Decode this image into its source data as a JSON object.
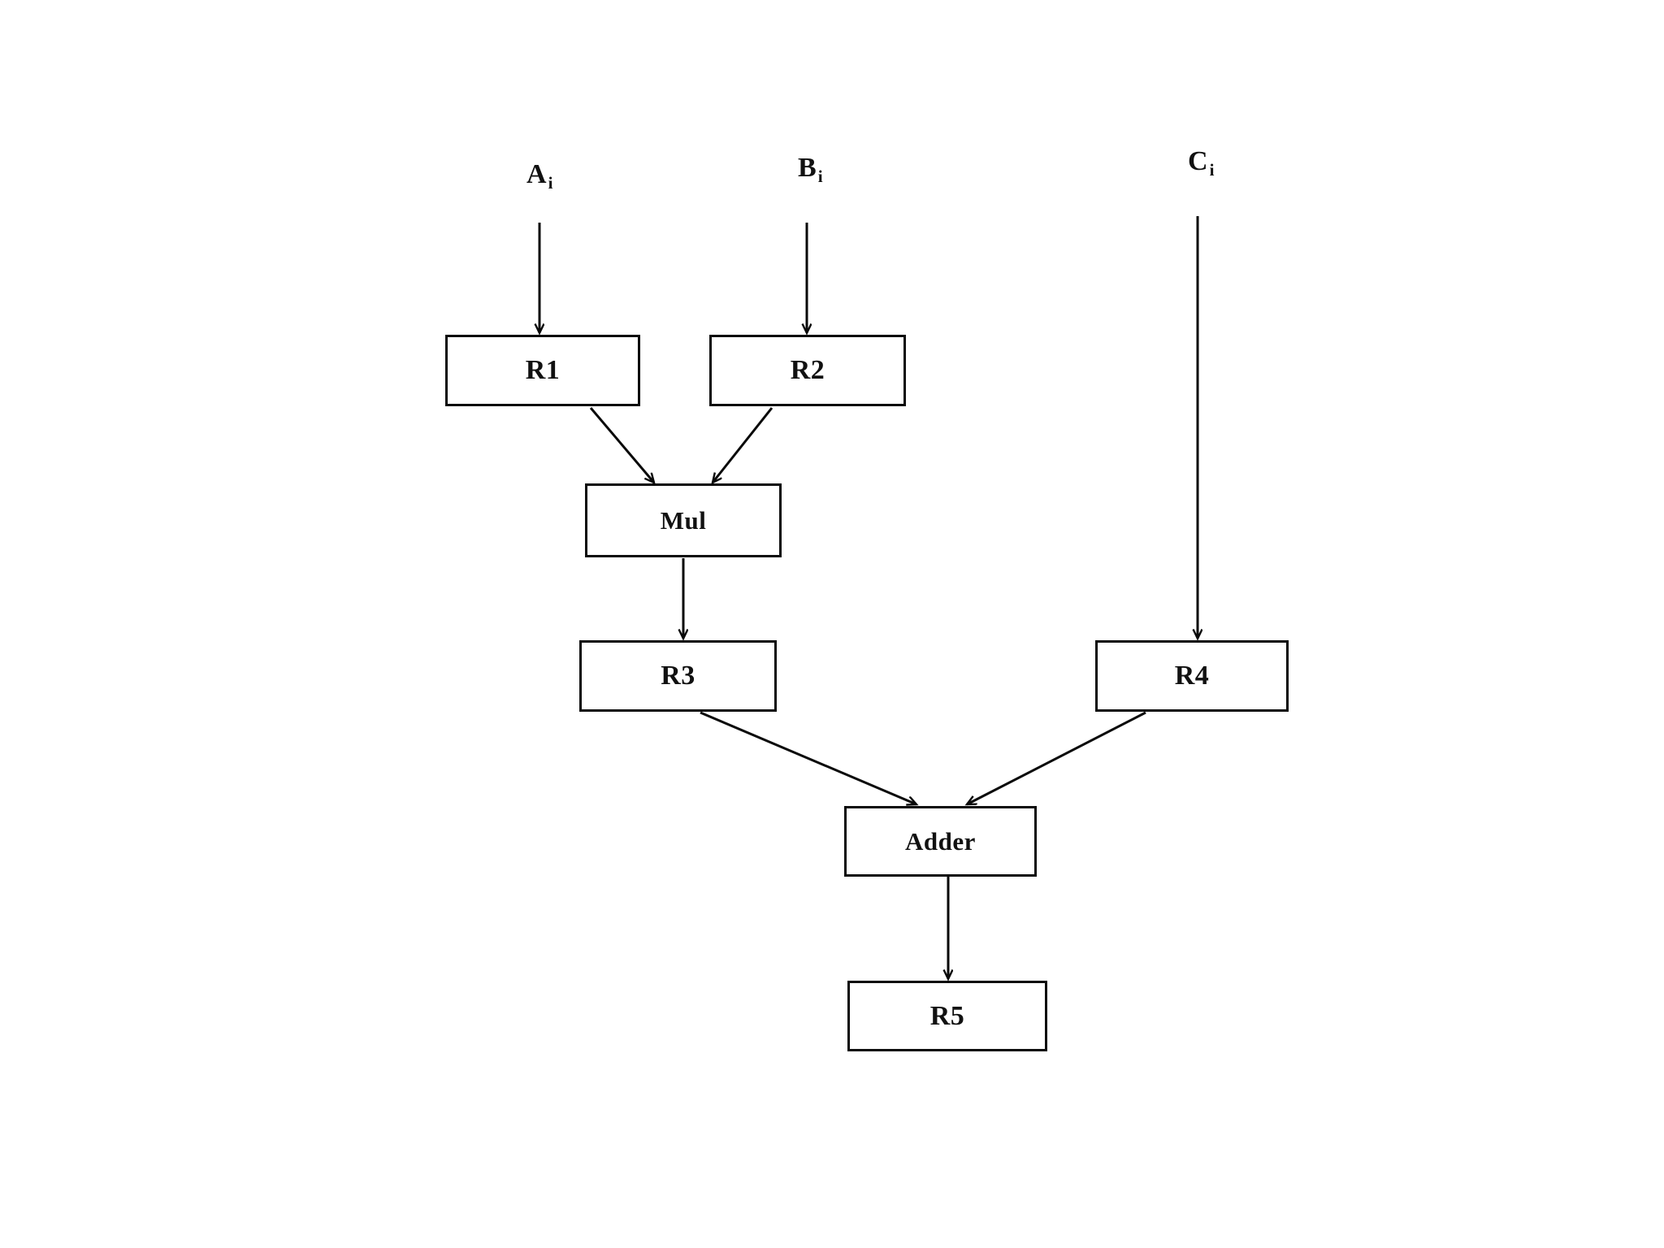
{
  "diagram": {
    "title": "Datapath block diagram: multiplier and adder with registers",
    "background_color": "#ffffff",
    "stroke_color": "#0a0a0a",
    "text_color": "#111111",
    "inputs": [
      {
        "id": "a-in",
        "base": "A",
        "subscript": "i"
      },
      {
        "id": "b-in",
        "base": "B",
        "subscript": "i"
      },
      {
        "id": "c-in",
        "base": "C",
        "subscript": "i"
      }
    ],
    "nodes": [
      {
        "id": "r1",
        "label": "R1"
      },
      {
        "id": "r2",
        "label": "R2"
      },
      {
        "id": "mul",
        "label": "Mul"
      },
      {
        "id": "r3",
        "label": "R3"
      },
      {
        "id": "r4",
        "label": "R4"
      },
      {
        "id": "adder",
        "label": "Adder"
      },
      {
        "id": "r5",
        "label": "R5"
      }
    ],
    "edges": [
      {
        "id": "a-to-r1",
        "from": "A_i",
        "to": "R1",
        "kind": "straight-down"
      },
      {
        "id": "b-to-r2",
        "from": "B_i",
        "to": "R2",
        "kind": "straight-down"
      },
      {
        "id": "c-to-r4",
        "from": "C_i",
        "to": "R4",
        "kind": "straight-down"
      },
      {
        "id": "r1-to-mul",
        "from": "R1",
        "to": "Mul",
        "kind": "diagonal"
      },
      {
        "id": "r2-to-mul",
        "from": "R2",
        "to": "Mul",
        "kind": "diagonal"
      },
      {
        "id": "mul-to-r3",
        "from": "Mul",
        "to": "R3",
        "kind": "straight-down"
      },
      {
        "id": "r3-to-adder",
        "from": "R3",
        "to": "Adder",
        "kind": "diagonal"
      },
      {
        "id": "r4-to-adder",
        "from": "R4",
        "to": "Adder",
        "kind": "diagonal"
      },
      {
        "id": "adder-to-r5",
        "from": "Adder",
        "to": "R5",
        "kind": "straight-down"
      }
    ]
  }
}
